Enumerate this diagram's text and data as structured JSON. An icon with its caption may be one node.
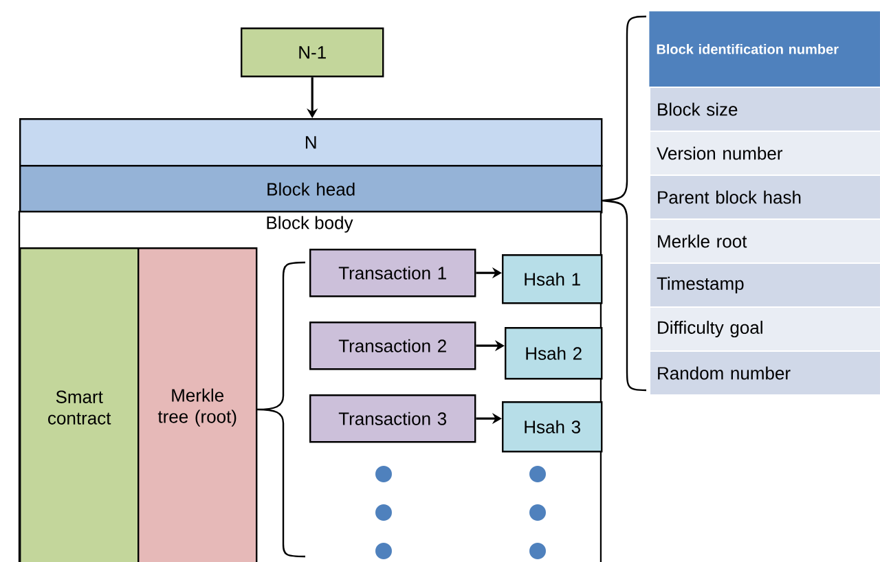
{
  "diagram": {
    "nodes": [
      {
        "text": [
          "N-1"
        ]
      },
      {
        "text": [
          "N"
        ]
      },
      {
        "text": [
          "Block head"
        ]
      },
      {
        "text": [
          "Block body"
        ]
      },
      {
        "text": [
          "Smart contract"
        ],
        "in": 3
      },
      {
        "text": [
          "Merkle tree (root)"
        ],
        "in": 3
      },
      {
        "text": [
          "Transaction 1"
        ],
        "in": 3
      },
      {
        "text": [
          "Transaction 2"
        ],
        "in": 3
      },
      {
        "text": [
          "Transaction 3"
        ],
        "in": 3
      },
      {
        "text": [
          "Hsah 1"
        ],
        "in": 3
      },
      {
        "text": [
          "Hsah 2"
        ],
        "in": 3
      },
      {
        "text": [
          "Hsah 3"
        ],
        "in": 3
      },
      {
        "text": [
          "Block identification number"
        ]
      },
      {
        "text": [
          "Block size"
        ]
      },
      {
        "text": [
          "Version number"
        ]
      },
      {
        "text": [
          "Parent block hash"
        ]
      },
      {
        "text": [
          "Merkle root"
        ]
      },
      {
        "text": [
          "Timestamp"
        ]
      },
      {
        "text": [
          "Difficulty goal"
        ]
      },
      {
        "text": [
          "Random number"
        ]
      }
    ],
    "edges": [
      {
        "from": 0,
        "to": 1,
        "arrow": "to"
      },
      {
        "from": 6,
        "to": 9,
        "arrow": "to"
      },
      {
        "from": 7,
        "to": 10,
        "arrow": "to"
      },
      {
        "from": 8,
        "to": 11,
        "arrow": "to"
      }
    ]
  }
}
